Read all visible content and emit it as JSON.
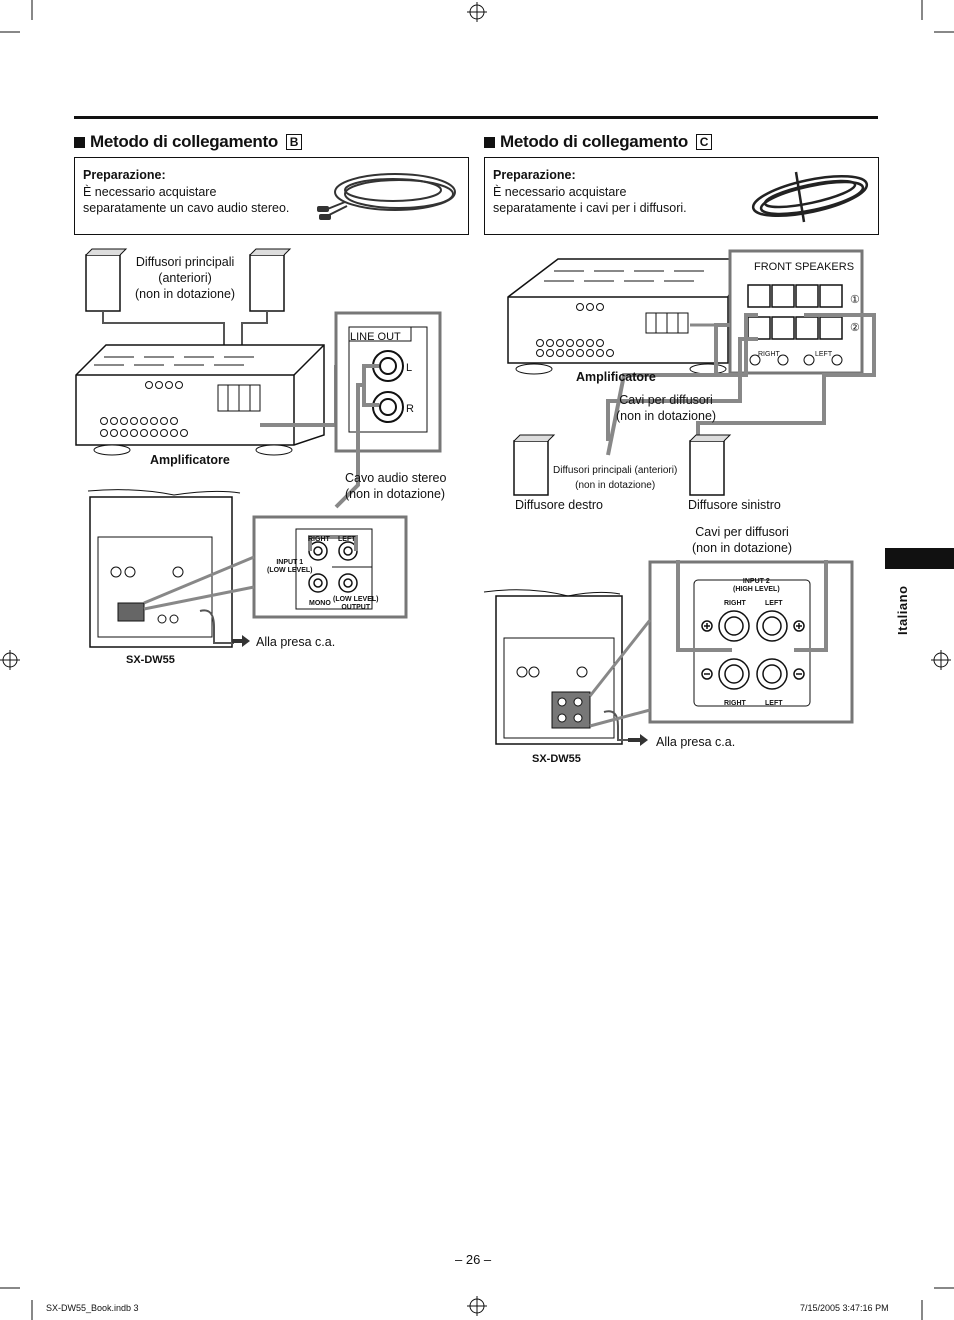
{
  "section_b": {
    "title": "Metodo di collegamento",
    "letter": "B",
    "prep_heading": "Preparazione:",
    "prep_line1": "È necessario acquistare",
    "prep_line2": "separatamente un cavo audio stereo.",
    "speakers_label_1": "Diffusori principali",
    "speakers_label_2": "(anteriori)",
    "speakers_label_3": "(non in dotazione)",
    "line_out": "LINE OUT",
    "jack_l": "L",
    "jack_r": "R",
    "amplifier": "Amplificatore",
    "cable_label_1": "Cavo audio stereo",
    "cable_label_2": "(non in dotazione)",
    "input1_1": "INPUT 1",
    "input1_2": "(LOW LEVEL)",
    "right": "RIGHT",
    "left": "LEFT",
    "mono": "MONO",
    "output_1": "(LOW LEVEL)",
    "output_2": "OUTPUT",
    "ac_outlet": "Alla presa c.a.",
    "model": "SX-DW55"
  },
  "section_c": {
    "title": "Metodo di collegamento",
    "letter": "C",
    "prep_heading": "Preparazione:",
    "prep_line1": "È necessario acquistare",
    "prep_line2": "separatamente i cavi per i diffusori.",
    "front_speakers": "FRONT SPEAKERS",
    "terminal_1": "①",
    "terminal_2": "②",
    "right_small": "RIGHT",
    "left_small": "LEFT",
    "amplifier": "Amplificatore",
    "cables_label_1": "Cavi per diffusori",
    "cables_label_2": "(non in dotazione)",
    "main_speakers_1": "Diffusori principali (anteriori)",
    "main_speakers_2": "(non in dotazione)",
    "right_speaker": "Diffusore destro",
    "left_speaker": "Diffusore sinistro",
    "cables2_label_1": "Cavi per diffusori",
    "cables2_label_2": "(non in dotazione)",
    "input2_1": "INPUT 2",
    "input2_2": "(HIGH LEVEL)",
    "right": "RIGHT",
    "left": "LEFT",
    "ac_outlet": "Alla presa c.a.",
    "model": "SX-DW55"
  },
  "side_tab": "Italiano",
  "page_number": "– 26 –",
  "footer_left": "SX-DW55_Book.indb   3",
  "footer_right": "7/15/2005   3:47:16 PM"
}
